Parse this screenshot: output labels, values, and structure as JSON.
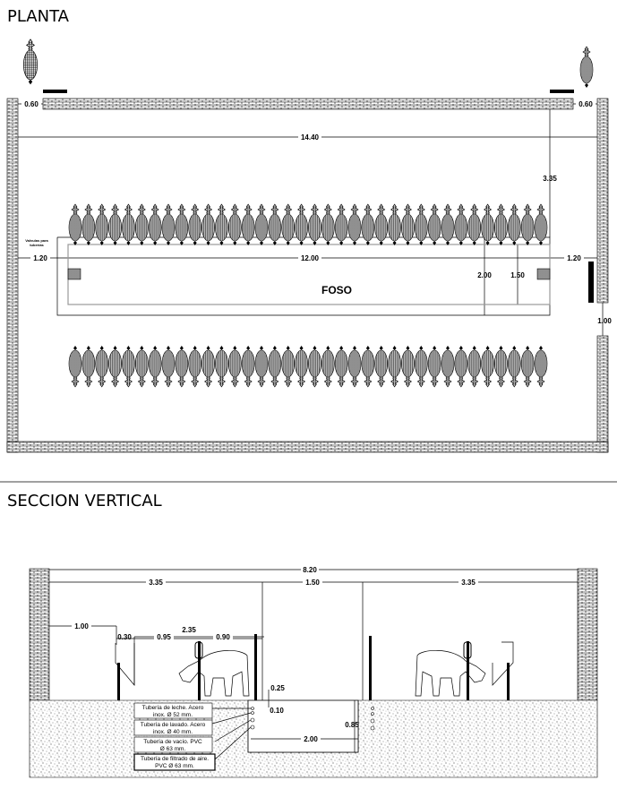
{
  "plan": {
    "title": "PLANTA",
    "dims": {
      "wall_left": "0.60",
      "wall_right": "0.60",
      "total_length": "14.40",
      "top_offset": "3.35",
      "side_left": "1.20",
      "pit_length": "12.00",
      "side_right": "1.20",
      "outer_width": "2.00",
      "pit_width": "1.50",
      "door": "1.00"
    },
    "valve_label_1": "Valvulas para",
    "valve_label_2": "tuberías",
    "pit_label": "FOSO",
    "cows_per_row": 36
  },
  "section": {
    "title": "SECCION VERTICAL",
    "dims": {
      "total": "8.20",
      "left_stall": "3.35",
      "pit_top": "1.50",
      "right_stall": "3.35",
      "feeder_offset": "1.00",
      "stall_length": "2.35",
      "feeder": "0.30",
      "cow_body": "0.95",
      "rail": "0.90",
      "step": "0.25",
      "curb": "0.10",
      "pit_depth": "0.85",
      "pit_bottom": "2.00"
    },
    "pipes": [
      {
        "line1": "Tubería de leche. Acero",
        "line2": "inox. Ø 52 mm."
      },
      {
        "line1": "Tubería de lavado. Acero",
        "line2": "inox. Ø 40 mm."
      },
      {
        "line1": "Tubería de vacío. PVC",
        "line2": "Ø 63 mm."
      },
      {
        "line1": "Tubería de filtrado de aire.",
        "line2": "PVC Ø 63 mm."
      }
    ]
  },
  "colors": {
    "line": "#000000",
    "pit": "#999999",
    "ground": "#e8e8e8"
  }
}
